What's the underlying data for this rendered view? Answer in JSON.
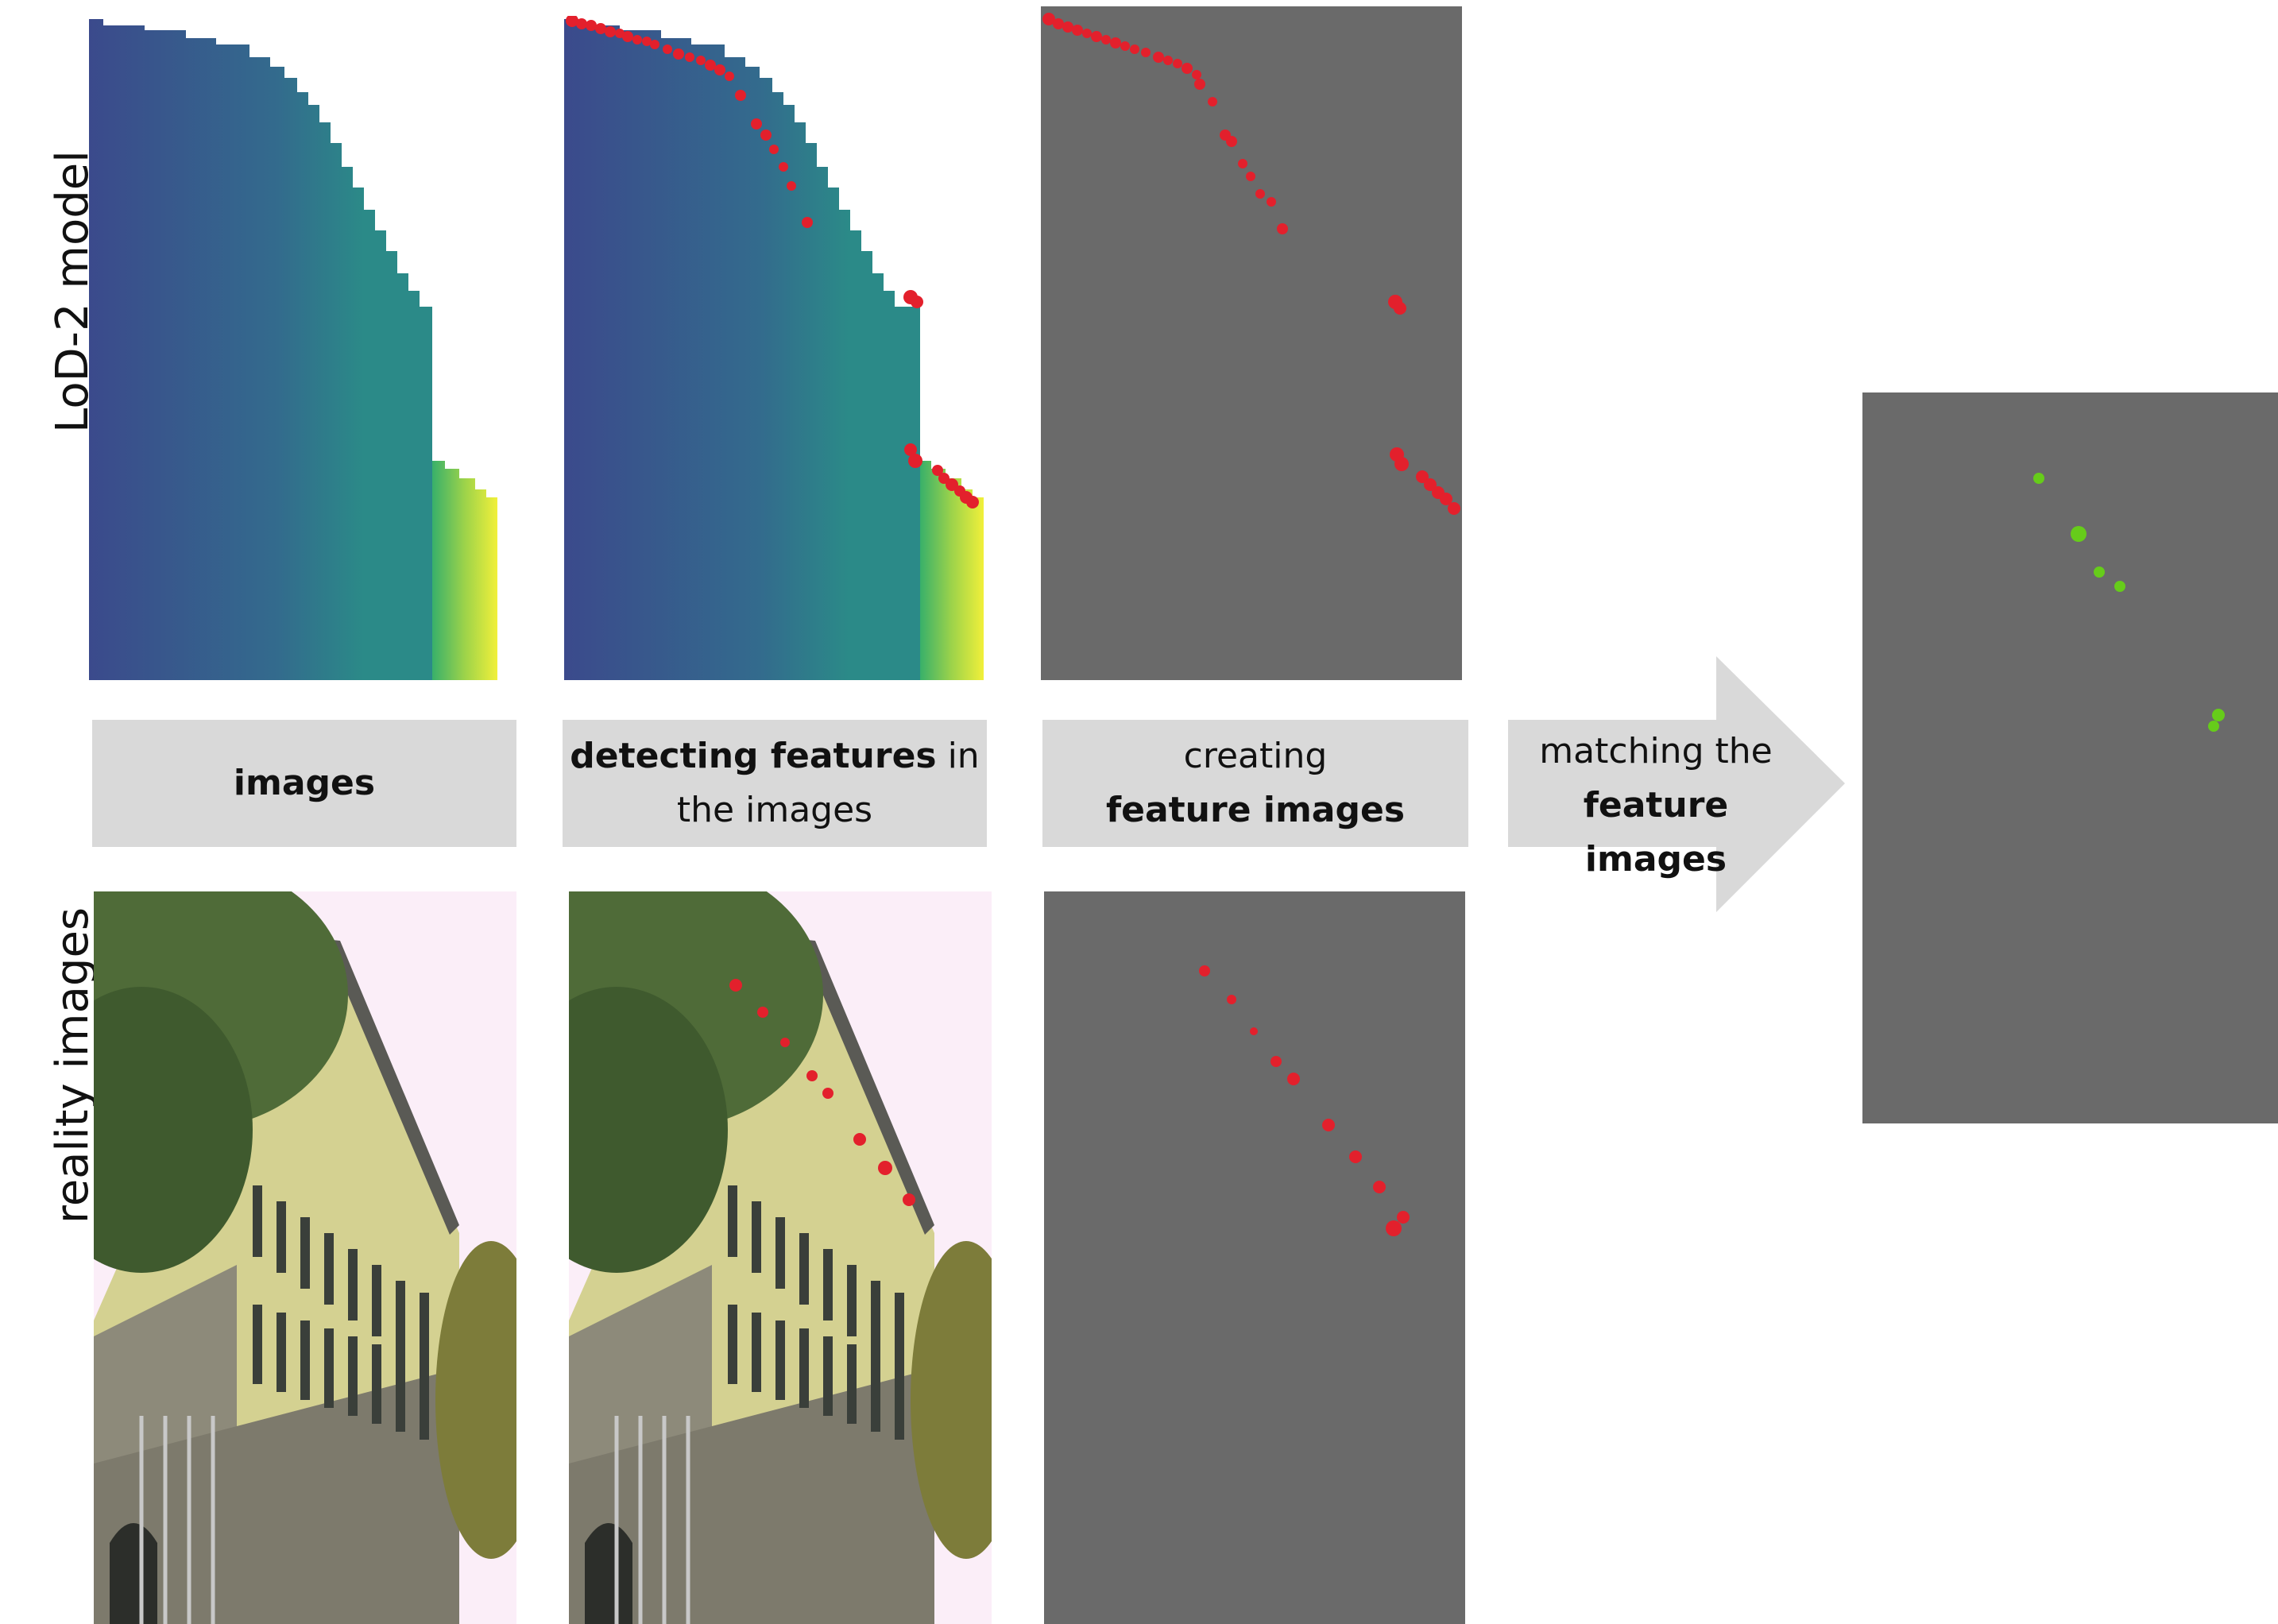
{
  "row_labels": {
    "top": "LoD-2 model",
    "bottom": "reality images"
  },
  "steps": {
    "images": {
      "bold": "images"
    },
    "detecting": {
      "bold": "detecting features",
      "normal1": " in",
      "normal2": "the images"
    },
    "creating": {
      "normal": "creating",
      "bold": "feature images"
    },
    "matching": {
      "normal": "matching the",
      "bold": "feature images"
    }
  },
  "colors": {
    "feature_point": "#e3202c",
    "matched_point": "#66cc1a",
    "feature_background": "#6a6a6a",
    "step_box": "#d9d9d9",
    "arrow": "#d9d9d9",
    "model_top": "#3b4a8c",
    "model_mid": "#2a8a87",
    "model_bright": "#e8ee3a",
    "sky": "#fbeef8",
    "facade": "#d8d59a",
    "stone": "#8a8778",
    "foliage": "#4a6a35"
  },
  "icons": {
    "arrow": "right-arrow-icon"
  }
}
